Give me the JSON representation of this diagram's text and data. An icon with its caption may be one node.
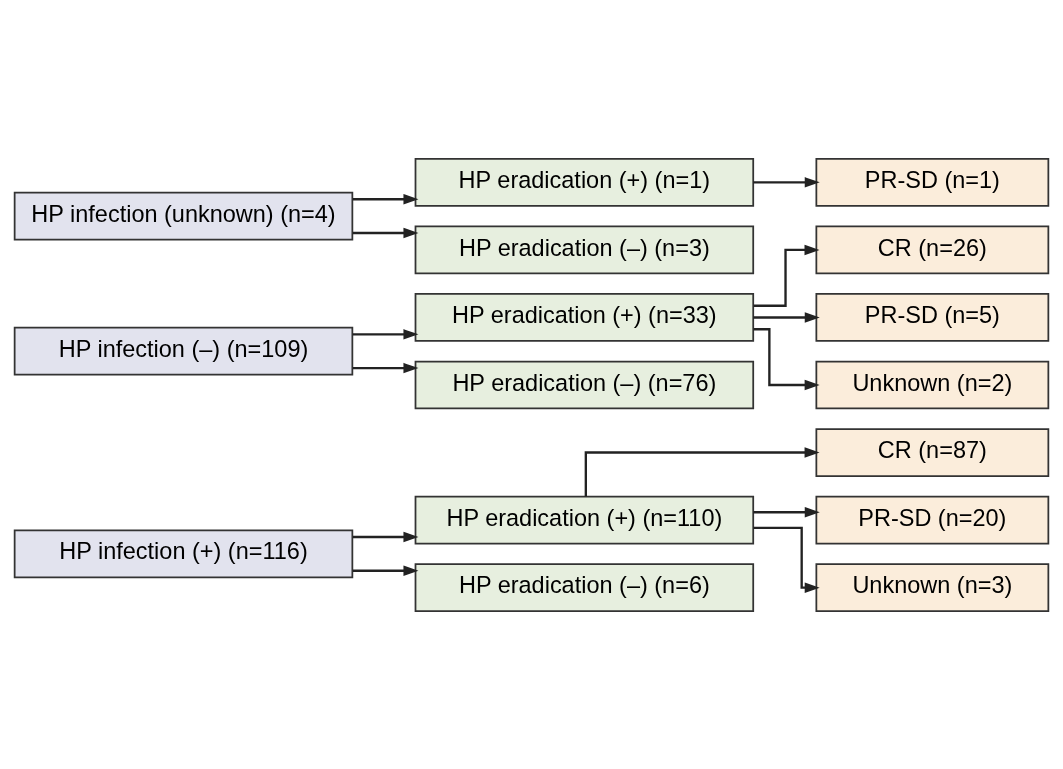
{
  "diagram": {
    "nodes": [
      {
        "text": [
          "HP infection (+) (n=116)"
        ]
      },
      {
        "text": [
          "HP eradication (+) (n=110)"
        ]
      },
      {
        "text": [
          "CR (n=87)"
        ]
      },
      {
        "text": [
          "PR-SD (n=20)"
        ]
      },
      {
        "text": [
          "Unknown (n=3)"
        ]
      },
      {
        "text": [
          "HP eradication (–) (n=6)"
        ]
      },
      {
        "text": [
          "HP infection (–) (n=109)"
        ]
      },
      {
        "text": [
          "HP eradication (+) (n=33)"
        ]
      },
      {
        "text": [
          "CR (n=26)"
        ]
      },
      {
        "text": [
          "PR-SD (n=5)"
        ]
      },
      {
        "text": [
          "Unknown (n=2)"
        ]
      },
      {
        "text": [
          "HP eradication (–) (n=76)"
        ]
      },
      {
        "text": [
          "HP infection (unknown) (n=4)"
        ]
      },
      {
        "text": [
          "HP eradication (+) (n=1)"
        ]
      },
      {
        "text": [
          "PR-SD (n=1)"
        ]
      },
      {
        "text": [
          "HP eradication (–) (n=3)"
        ]
      }
    ],
    "edges": [
      {
        "from": 0,
        "to": 1,
        "arrow": "to"
      },
      {
        "from": 0,
        "to": 5,
        "arrow": "to"
      },
      {
        "from": 1,
        "to": 2,
        "arrow": "to"
      },
      {
        "from": 1,
        "to": 3,
        "arrow": "to"
      },
      {
        "from": 1,
        "to": 4,
        "arrow": "to"
      },
      {
        "from": 6,
        "to": 7,
        "arrow": "to"
      },
      {
        "from": 6,
        "to": 11,
        "arrow": "to"
      },
      {
        "from": 7,
        "to": 8,
        "arrow": "to"
      },
      {
        "from": 7,
        "to": 9,
        "arrow": "to"
      },
      {
        "from": 7,
        "to": 10,
        "arrow": "to"
      },
      {
        "from": 12,
        "to": 13,
        "arrow": "to"
      },
      {
        "from": 12,
        "to": 15,
        "arrow": "to"
      },
      {
        "from": 13,
        "to": 14,
        "arrow": "to"
      }
    ]
  }
}
